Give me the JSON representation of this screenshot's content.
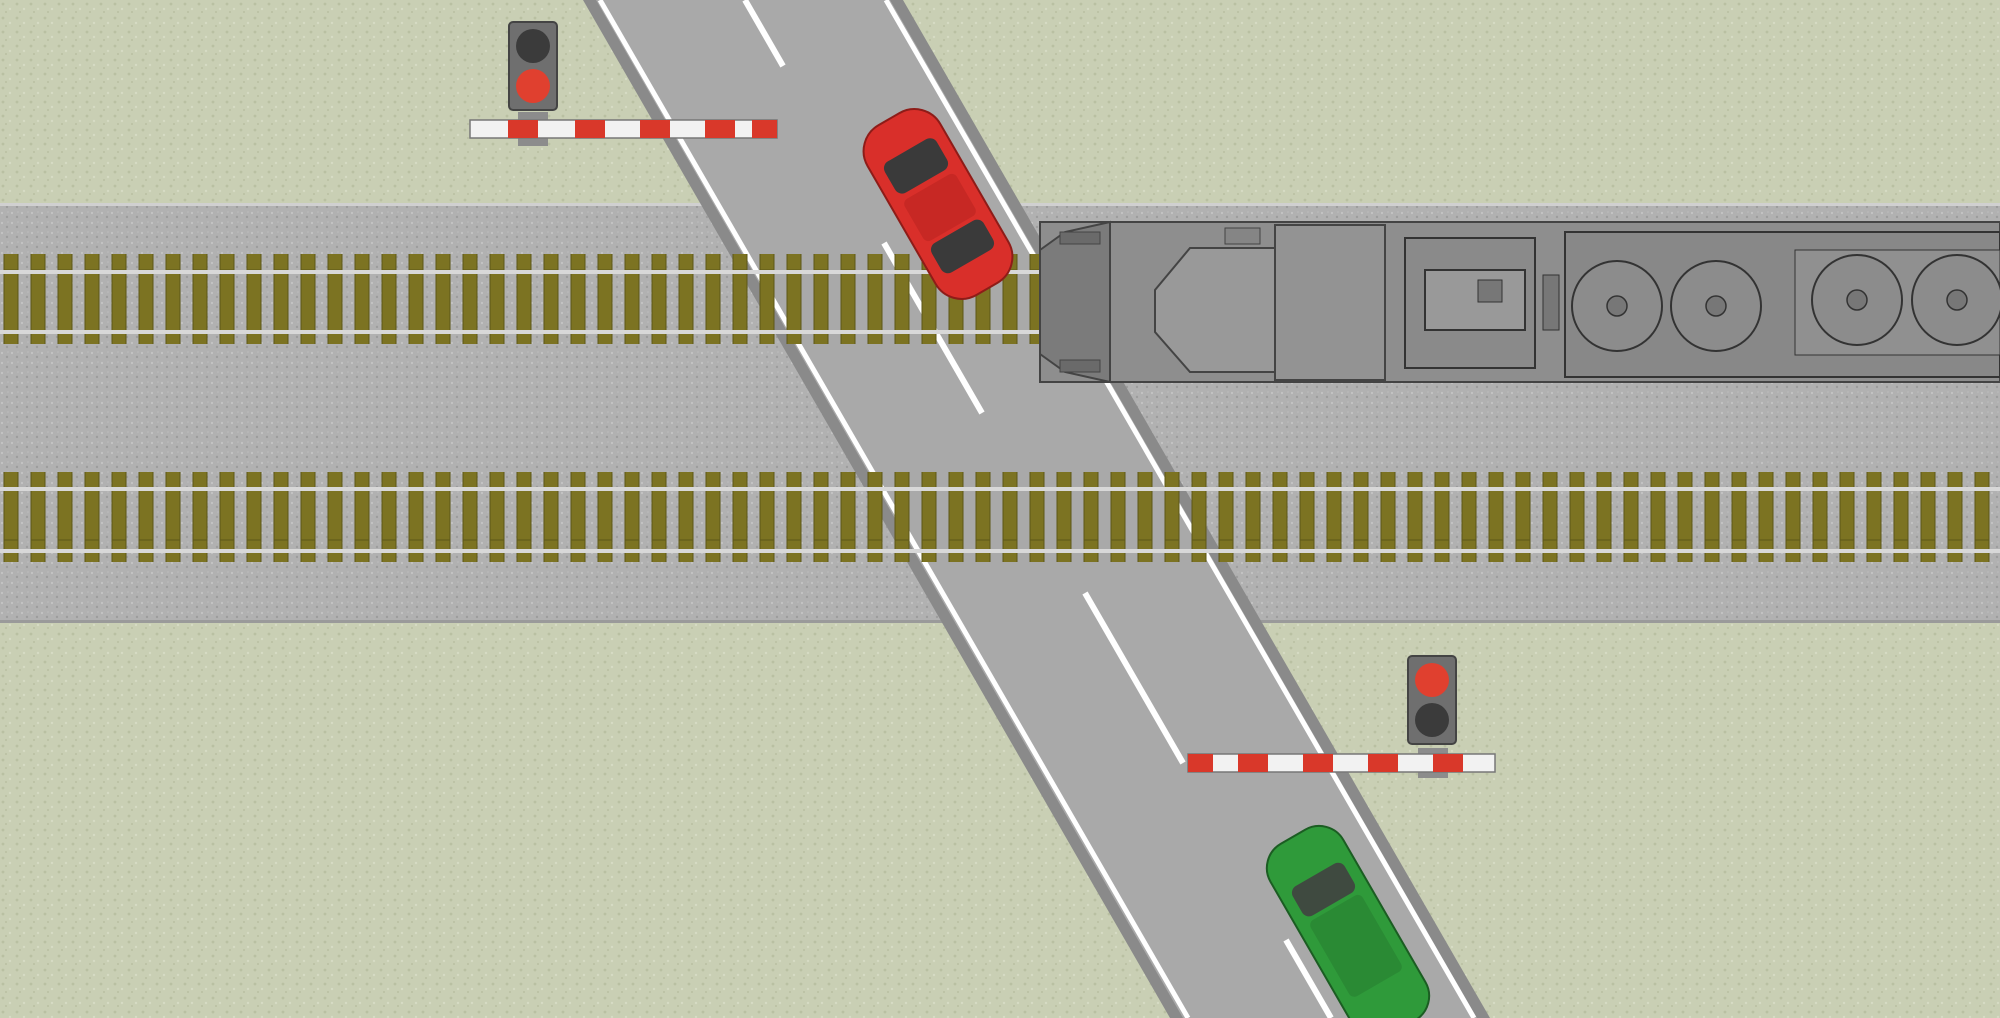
{
  "scene": {
    "description_visible_text": "",
    "palette": {
      "grass": "#c9cfb4",
      "grass_speckle": "#b9c0a2",
      "ballast": "#b1b1b1",
      "ballast_edge": "#9f9f9f",
      "road": "#a8a8a8",
      "road_shoulder": "#8a8a8a",
      "lane_marking": "#ffffff",
      "sleeper": "#7c7322",
      "sleeper_edge": "#5d5718",
      "rail": "#d8d8d8",
      "barrier_red": "#d9382a",
      "barrier_white": "#f2f2f2",
      "signal_housing": "#6f6f6f",
      "signal_red": "#e0402f",
      "signal_off": "#3b3b3b",
      "car_red": "#d92f2a",
      "car_green": "#2f9a3a",
      "locomotive": "#8e8e8e",
      "locomotive_dark": "#555555"
    },
    "elements": {
      "track_upper": "railway-track",
      "track_lower": "railway-track",
      "road": "diagonal-road",
      "barrier_north": "crossing-barrier-lowered",
      "barrier_south": "crossing-barrier-lowered",
      "signal_north": "traffic-signal-red",
      "signal_south": "traffic-signal-red",
      "car_red": "red-car",
      "car_green": "green-car",
      "locomotive": "diesel-locomotive"
    },
    "state": {
      "signal_north_lit": "red",
      "signal_south_lit": "red",
      "barriers": "lowered"
    }
  }
}
